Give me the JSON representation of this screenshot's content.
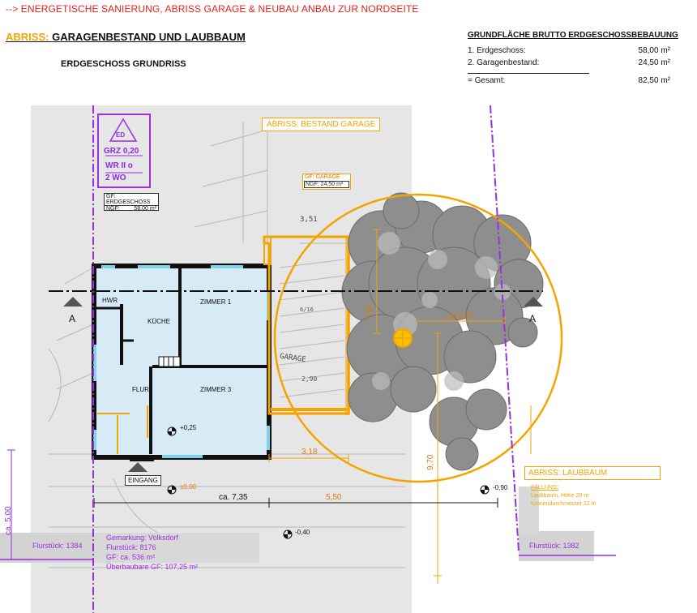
{
  "header": {
    "top_line": "--> ENERGETISCHE SANIERUNG, ABRISS GARAGE & NEUBAU ANBAU ZUR NORDSEITE",
    "title_label": "ABRISS:",
    "title_rest": "GARAGENBESTAND UND LAUBBAUM",
    "subtitle": "ERDGESCHOSS GRUNDRISS"
  },
  "area_table": {
    "title": "GRUNDFLÄCHE BRUTTO ERDGESCHOSSBEBAUUNG",
    "rows": [
      {
        "name": "1.  Erdgeschoss:",
        "value": "58,00 m²"
      },
      {
        "name": "2.  Garagenbestand:",
        "value": "24,50 m²"
      }
    ],
    "total": {
      "name": "= Gesamt:",
      "value": "82,50 m²"
    }
  },
  "badge": {
    "symbol": "ED",
    "grz": "GRZ 0,20",
    "zone": "WR II o",
    "units": "2 WO"
  },
  "gf_erdgeschoss": {
    "title": "GF: ERDGESCHOSS",
    "ngf_label": "NGF:",
    "ngf_value": "58,00 m²"
  },
  "garage": {
    "banner": "ABRISS: BESTAND GARAGE",
    "gf_title": "GF: GARAGE",
    "ngf": "NGF: 24,50 m²"
  },
  "rooms": {
    "hwr": "HWR",
    "kueche": "KÜCHE",
    "zimmer1": "ZIMMER 1",
    "flur": "FLUR",
    "zimmer3": "ZIMMER 3",
    "eingang": "EINGANG"
  },
  "section": {
    "left": "A",
    "right": "A"
  },
  "levels": {
    "inner": "+0,25",
    "zero": "±0,00",
    "minus40": "-0,40",
    "minus90": "-0,90"
  },
  "dimensions": {
    "d318": "3,18",
    "d735": "ca. 7,35",
    "d550": "5,50",
    "d754": "7,54",
    "d970": "9,70",
    "d400": "ca.4,00",
    "d500": "ca. 5,00"
  },
  "sketch_labels": {
    "s351": "3,51",
    "garage_hand": "GARAGE",
    "s290": "2,90",
    "s616": "6/16"
  },
  "tree": {
    "banner": "ABRISS: LAUBBAUM",
    "line1": "FÄLLUNG:",
    "line2": "Laubbaum, Höhe 20 m",
    "line3": "Kronendurchmesser 12 m"
  },
  "parcels": {
    "left": "Flurstück: 1384",
    "right": "Flurstück: 1382"
  },
  "gemarkung": {
    "line1": "Gemarkung: Volksdorf",
    "line2": "Flurstück: 8176",
    "line3": "GF: ca. 536 m²",
    "line4": "Überbaubare GF: 107,25 m²"
  },
  "colors": {
    "accent_orange": "#f4a300",
    "accent_purple": "#9a2ee0",
    "header_red": "#e8201a",
    "room_fill": "#d6ebf6",
    "window_cyan": "#7dd3ea"
  }
}
